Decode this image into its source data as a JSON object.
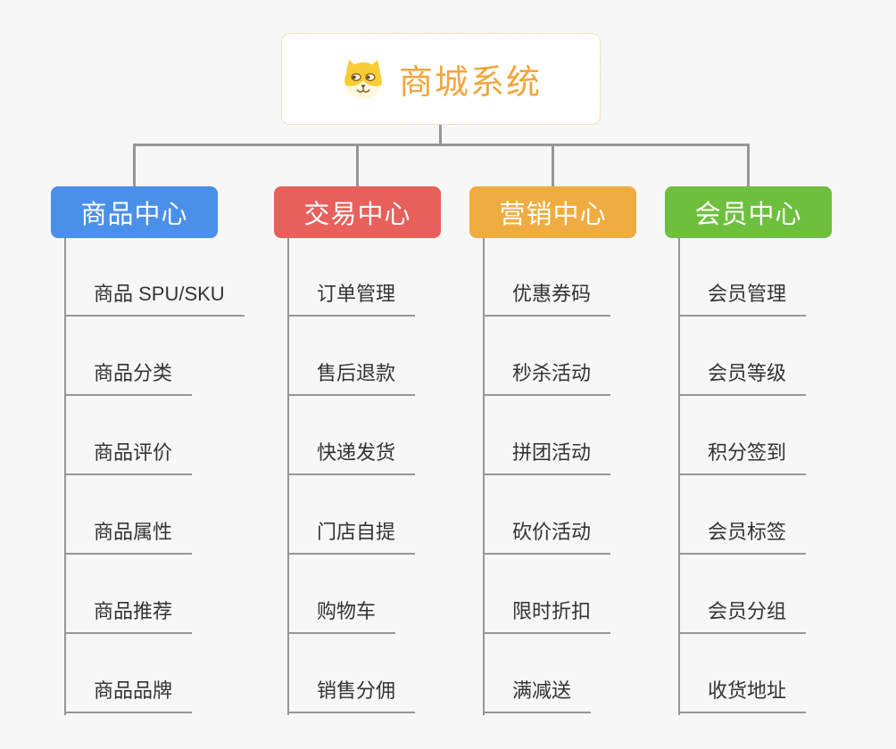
{
  "root": {
    "title": "商城系统",
    "icon": "shiba-dog-icon",
    "title_color": "#f0a73d",
    "border_color": "#f2c27e",
    "background": "#ffffff"
  },
  "canvas": {
    "background": "#f7f7f7",
    "connector_color": "#969696",
    "leaf_text_color": "#333333"
  },
  "branches": [
    {
      "label": "商品中心",
      "color": "#4a90e8",
      "children": [
        "商品 SPU/SKU",
        "商品分类",
        "商品评价",
        "商品属性",
        "商品推荐",
        "商品品牌"
      ]
    },
    {
      "label": "交易中心",
      "color": "#e7605c",
      "children": [
        "订单管理",
        "售后退款",
        "快递发货",
        "门店自提",
        "购物车",
        "销售分佣"
      ]
    },
    {
      "label": "营销中心",
      "color": "#efad41",
      "children": [
        "优惠券码",
        "秒杀活动",
        "拼团活动",
        "砍价活动",
        "限时折扣",
        "满减送"
      ]
    },
    {
      "label": "会员中心",
      "color": "#6fbf3f",
      "children": [
        "会员管理",
        "会员等级",
        "积分签到",
        "会员标签",
        "会员分组",
        "收货地址"
      ]
    }
  ]
}
